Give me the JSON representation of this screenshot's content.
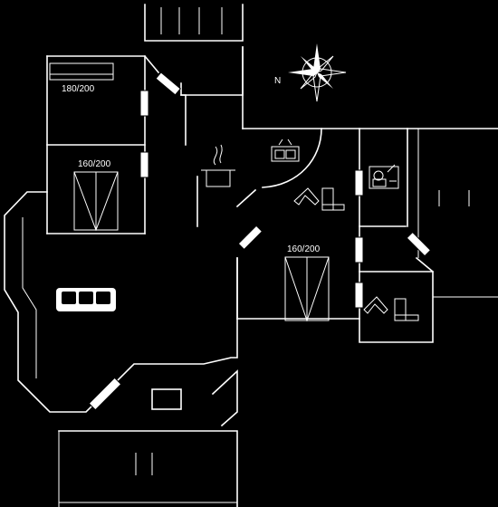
{
  "floorplan": {
    "compass": {
      "north_label": "N"
    },
    "labels": {
      "bed_upper": "180/200",
      "bed_left": "160/200",
      "bed_right": "160/200"
    },
    "icons": [
      "compass-rose-icon",
      "cooking-pot-icon",
      "kitchen-sink-icon",
      "sofa-icon",
      "toilet-icon",
      "washbasin-icon",
      "bed-icon"
    ]
  }
}
